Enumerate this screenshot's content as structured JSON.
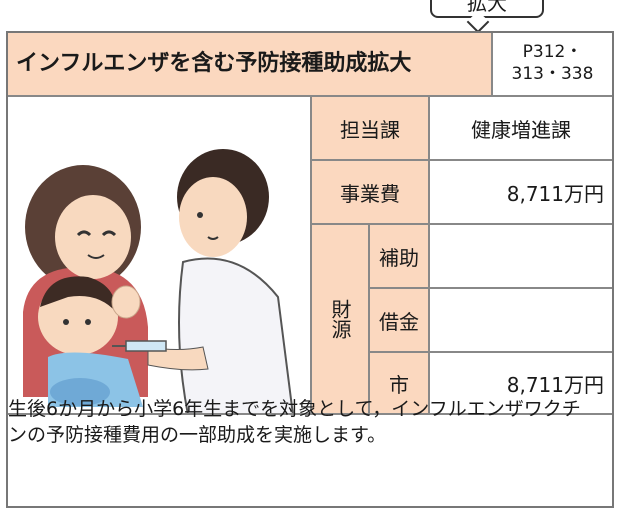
{
  "bubble": {
    "label": "拡大"
  },
  "header": {
    "title": "インフルエンザを含む予防接種助成拡大",
    "pages_line1": "P312・",
    "pages_line2": "313・338"
  },
  "table": {
    "dept_label": "担当課",
    "dept_value": "健康増進課",
    "cost_label": "事業費",
    "cost_value": "8,711万円",
    "source_label": "財源",
    "rows": [
      {
        "label": "補助",
        "value": ""
      },
      {
        "label": "借金",
        "value": ""
      },
      {
        "label": "市",
        "value": "8,711万円"
      }
    ]
  },
  "description": "生後6か月から小学6年生までを対象として，インフルエンザワクチンの予防接種費用の一部助成を実施します。",
  "colors": {
    "header_bg": "#fbd8bf",
    "border": "#888888"
  },
  "illustration": {
    "icon": "vaccination-illustration"
  }
}
